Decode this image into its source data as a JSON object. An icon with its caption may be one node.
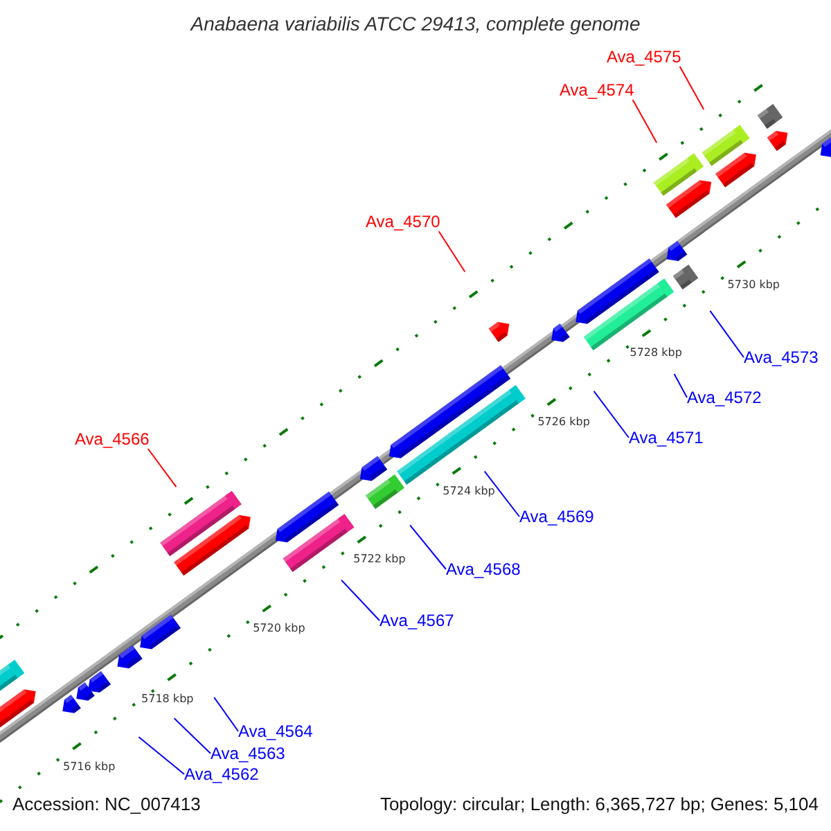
{
  "diagram": {
    "title": "Anabaena variabilis ATCC 29413, complete genome",
    "nodes": [
      {
        "text": [
          "Ava_4575"
        ]
      },
      {
        "text": [
          "Ava_4574"
        ]
      },
      {
        "text": [
          "Ava_4570"
        ]
      },
      {
        "text": [
          "Ava_4573"
        ]
      },
      {
        "text": [
          "Ava_4572"
        ]
      },
      {
        "text": [
          "Ava_4571"
        ]
      },
      {
        "text": [
          "Ava_4566"
        ]
      },
      {
        "text": [
          "Ava_4569"
        ]
      },
      {
        "text": [
          "Ava_4568"
        ]
      },
      {
        "text": [
          "Ava_4567"
        ]
      },
      {
        "text": [
          "Ava_4564"
        ]
      },
      {
        "text": [
          "Ava_4563"
        ]
      },
      {
        "text": [
          "Ava_4562"
        ]
      }
    ],
    "edges": [
      {
        "from": 0,
        "to": null,
        "arrow": "none",
        "color": "#ff0000"
      },
      {
        "from": 1,
        "to": null,
        "arrow": "none",
        "color": "#ff0000"
      },
      {
        "from": 2,
        "to": null,
        "arrow": "none",
        "color": "#ff0000"
      },
      {
        "from": 3,
        "to": null,
        "arrow": "none"
      },
      {
        "from": 4,
        "to": null,
        "arrow": "none"
      },
      {
        "from": 5,
        "to": null,
        "arrow": "none"
      },
      {
        "from": 6,
        "to": null,
        "arrow": "none",
        "color": "#ff0000"
      },
      {
        "from": 7,
        "to": null,
        "arrow": "none"
      },
      {
        "from": 8,
        "to": null,
        "arrow": "none"
      },
      {
        "from": 9,
        "to": null,
        "arrow": "none"
      },
      {
        "from": 10,
        "to": null,
        "arrow": "none"
      },
      {
        "from": 11,
        "to": null,
        "arrow": "none"
      },
      {
        "from": 12,
        "to": null,
        "arrow": "none"
      }
    ],
    "labels": [
      "5730 kbp",
      "5728 kbp",
      "5726 kbp",
      "5724 kbp",
      "5722 kbp",
      "5720 kbp",
      "5718 kbp",
      "5716 kbp",
      "Accession: NC_007413",
      "Topology: circular; Length: 6,365,727 bp; Genes: 5,104"
    ]
  }
}
